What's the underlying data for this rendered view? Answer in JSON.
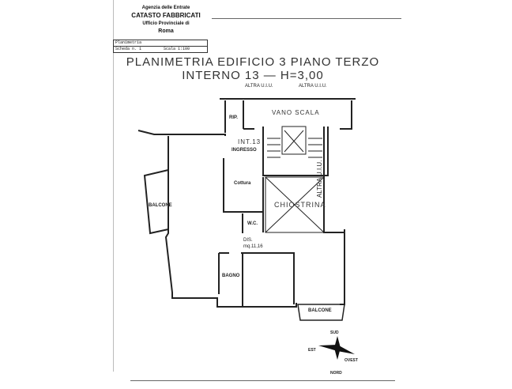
{
  "header": {
    "agency": "Agenzia delle Entrate",
    "office": "CATASTO FABBRICATI",
    "provincial": "Ufficio Provinciale di",
    "city": "Roma"
  },
  "sheet": {
    "type": "Planimetria",
    "card": "Scheda n. 1",
    "scale": "Scala 1:100"
  },
  "title": {
    "line1": "PLANIMETRIA EDIFICIO 3 PIANO TERZO",
    "line2": "INTERNO 13 — H=3,00"
  },
  "rooms": {
    "altra1": "ALTRA U.I.U.",
    "altra2": "ALTRA U.I.U.",
    "altra3": "ALTRA U.I.U.",
    "vano_scala": "VANO SCALA",
    "rip": "RIP.",
    "int": "INT.13",
    "ingresso": "INGRESSO",
    "cottura": "Cottura",
    "chiostrina": "CHIOSTRINA",
    "balcone1": "BALCONE",
    "wc": "W.C.",
    "dis": "DIS.",
    "dis_area": "mq.11,16",
    "bagno": "BAGNO",
    "balcone2": "BALCONE"
  },
  "compass": {
    "n": "NORD",
    "s": "SUD",
    "e": "EST",
    "w": "OVEST"
  }
}
